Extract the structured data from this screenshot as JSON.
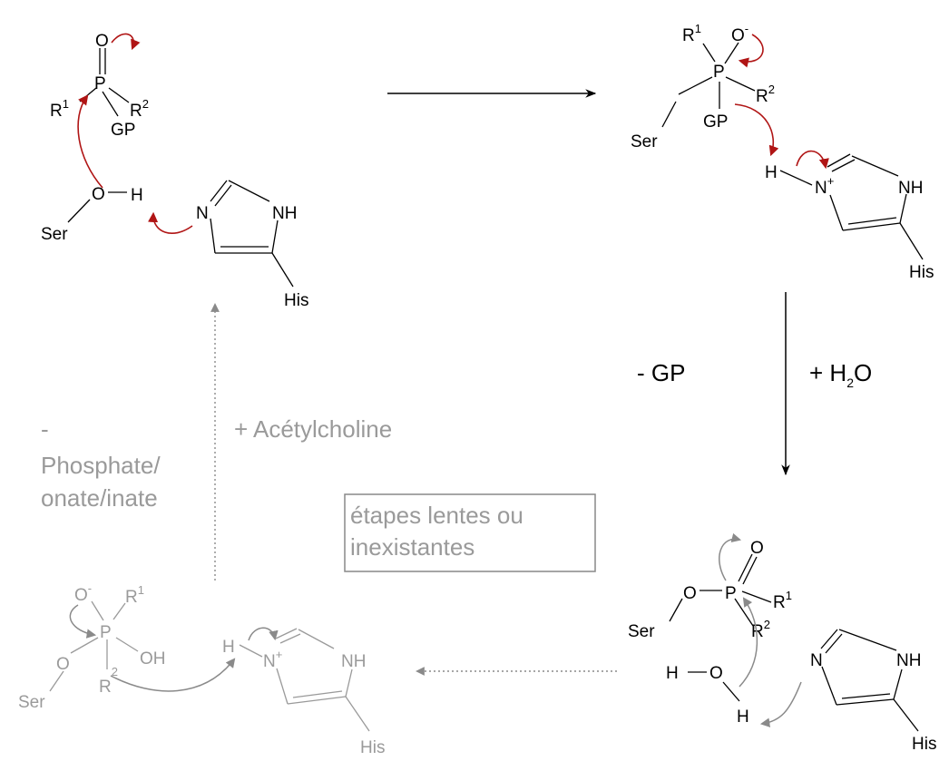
{
  "colors": {
    "bond": "#000000",
    "grey": "#9a9a9a",
    "electron_arrow": "#b01515",
    "grey_arrow": "#8a8a8a",
    "box_border": "#888888"
  },
  "atoms": {
    "O": "O",
    "O_minus": "O",
    "P": "P",
    "R": "R",
    "GP": "GP",
    "Ser": "Ser",
    "H": "H",
    "N": "N",
    "NH": "NH",
    "His": "His",
    "OH": "OH",
    "one": "1",
    "two": "2",
    "minus": "-",
    "plus": "+"
  },
  "labels": {
    "minus_gp": "- GP",
    "plus_water_prefix": "+ H",
    "plus_water_sub": "2",
    "plus_water_suffix": "O",
    "plus_acetylcholine": "+ Acétylcholine",
    "release_dash": "-",
    "release_line1": "Phosphate/",
    "release_line2": "onate/inate",
    "slow_steps_line1": "étapes  lentes  ou",
    "slow_steps_line2": "inexistantes"
  }
}
